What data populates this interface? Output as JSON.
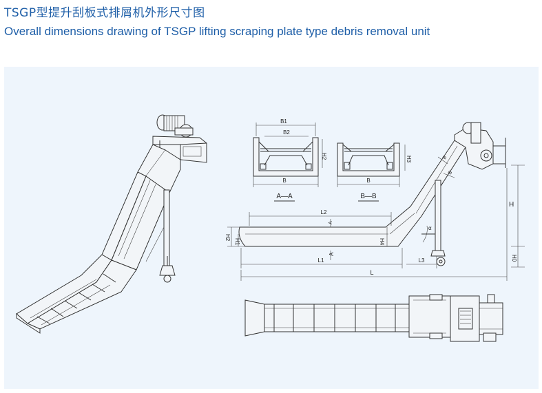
{
  "header": {
    "title_cn": "TSGP型提升刮板式排屑机外形尺寸图",
    "title_en": "Overall dimensions drawing of TSGP lifting scraping plate type debris removal unit"
  },
  "colors": {
    "title": "#1f5fa8",
    "panel_bg": "#eef5fc",
    "line": "#333333"
  },
  "drawings": {
    "section_a": {
      "caption": "A—A",
      "dims": {
        "b1": "B1",
        "b2": "B2",
        "h2": "H2",
        "b": "B"
      }
    },
    "section_b": {
      "caption": "B—B",
      "dims": {
        "h3": "H3",
        "b": "B"
      }
    },
    "side_view": {
      "dims": {
        "l": "L",
        "l1": "L1",
        "l2": "L2",
        "l3": "L3",
        "h": "H",
        "h0": "H0",
        "h1": "H1",
        "h2": "H2",
        "h4": "H4",
        "alpha": "α"
      },
      "cut_labels": {
        "a1": "A",
        "a2": "A",
        "b1": "B",
        "b2": "B"
      }
    }
  }
}
